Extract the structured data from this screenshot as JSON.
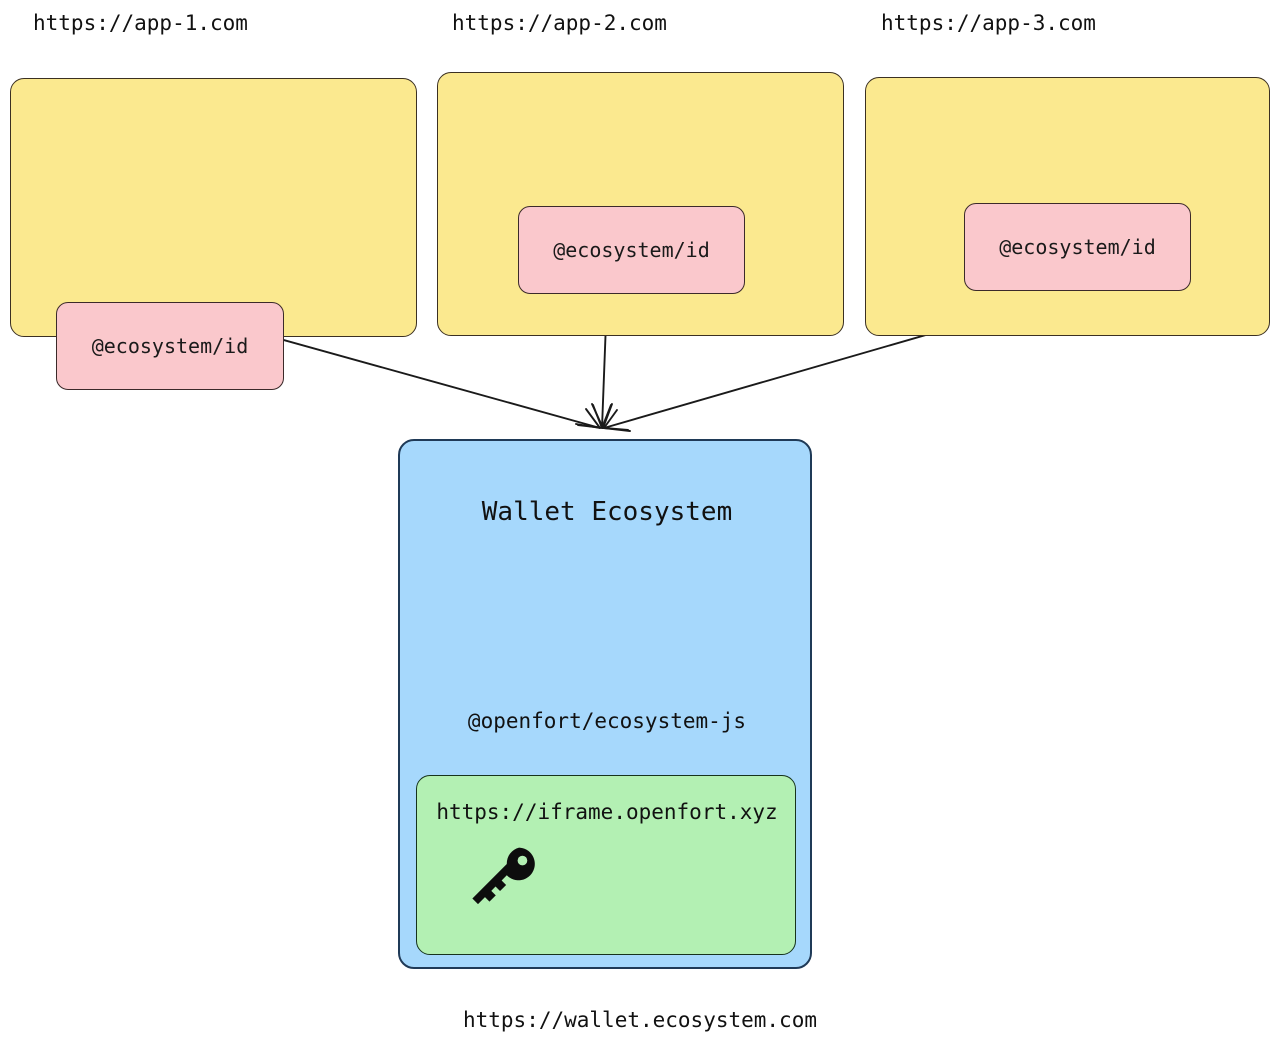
{
  "diagram": {
    "type": "architecture-diagram",
    "title": "Wallet Ecosystem architecture",
    "background_color": "#ffffff",
    "apps": [
      {
        "url": "https://app-1.com",
        "box_color": "#FBE98F",
        "module": {
          "label": "@ecosystem/id",
          "color": "#FAC8CC"
        }
      },
      {
        "url": "https://app-2.com",
        "box_color": "#FBE98F",
        "module": {
          "label": "@ecosystem/id",
          "color": "#FAC8CC"
        }
      },
      {
        "url": "https://app-3.com",
        "box_color": "#FBE98F",
        "module": {
          "label": "@ecosystem/id",
          "color": "#FAC8CC"
        }
      }
    ],
    "wallet": {
      "title": "Wallet Ecosystem",
      "sdk_label": "@openfort/ecosystem-js",
      "box_color": "#A6D8FC",
      "caption": "https://wallet.ecosystem.com",
      "iframe": {
        "url": "https://iframe.openfort.xyz",
        "box_color": "#B3F0B3",
        "icon": "key-icon"
      }
    },
    "connections": [
      {
        "from": "wallet-ecosystem",
        "to": "app-1 @ecosystem/id",
        "style": "bidirectional-arrow",
        "color": "#1a1a1a"
      },
      {
        "from": "wallet-ecosystem",
        "to": "app-2 @ecosystem/id",
        "style": "bidirectional-arrow",
        "color": "#1a1a1a"
      },
      {
        "from": "wallet-ecosystem",
        "to": "app-3 @ecosystem/id",
        "style": "bidirectional-arrow",
        "color": "#1a1a1a"
      }
    ]
  }
}
